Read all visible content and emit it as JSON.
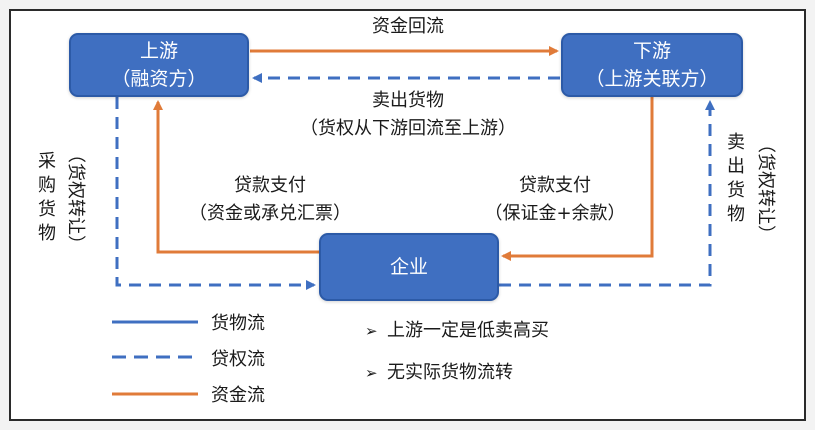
{
  "nodes": {
    "upstream": {
      "title": "上游",
      "subtitle": "（融资方）"
    },
    "downstream": {
      "title": "下游",
      "subtitle": "（上游关联方）"
    },
    "enterprise": {
      "title": "企业"
    }
  },
  "edges": {
    "capital_return": "资金回流",
    "sell_goods": "卖出货物",
    "sell_goods_note": "（货权从下游回流至上游）",
    "loan_left": "贷款支付",
    "loan_left_note": "（资金或承兑汇票）",
    "loan_right": "贷款支付",
    "loan_right_note": "（保证金+余款）",
    "left_vertical": "采购货物",
    "left_vertical_note": "（货权转让）",
    "right_vertical": "卖出货物",
    "right_vertical_note": "（货权转让）"
  },
  "legend": {
    "items": [
      {
        "label": "货物流",
        "style": "solid",
        "color": "#3f6fc1"
      },
      {
        "label": "贷权流",
        "style": "dashed",
        "color": "#3f6fc1"
      },
      {
        "label": "资金流",
        "style": "solid",
        "color": "#e07b39"
      }
    ]
  },
  "notes": [
    "上游一定是低卖高买",
    "无实际货物流转"
  ],
  "colors": {
    "blue": "#3f6fc1",
    "orange": "#e07b39"
  }
}
